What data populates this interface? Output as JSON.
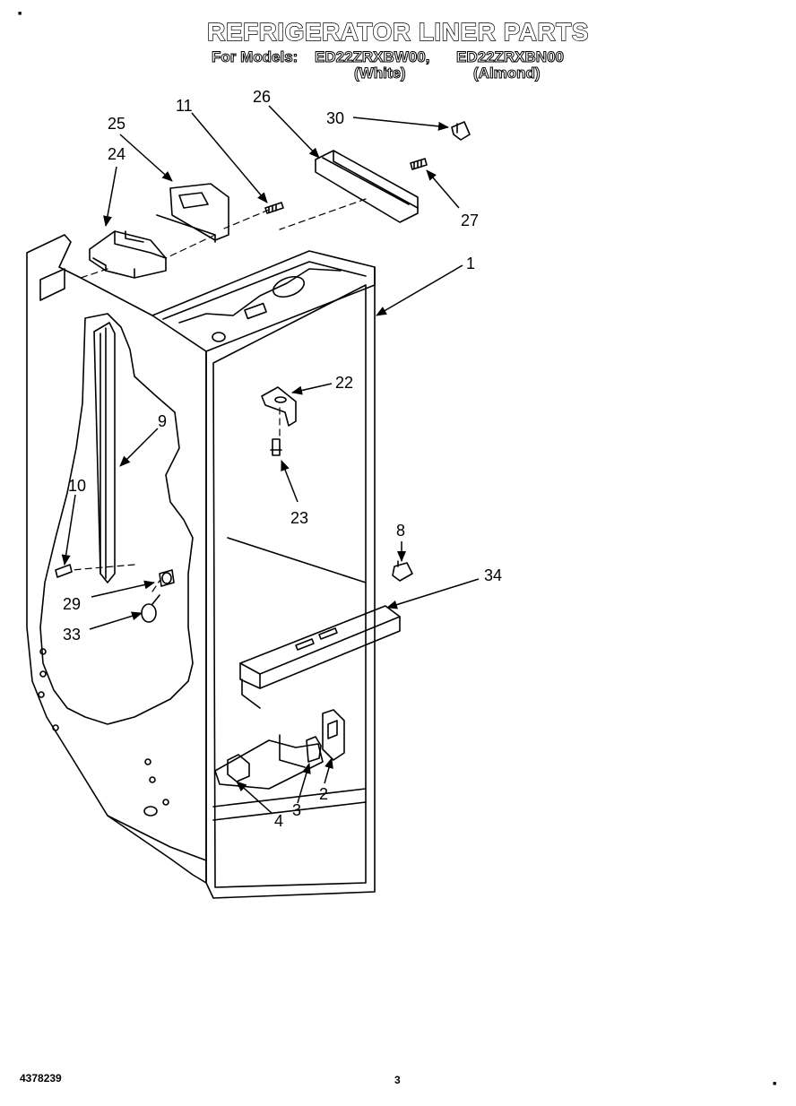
{
  "title": "REFRIGERATOR LINER PARTS",
  "subtitle": {
    "label": "For Models:",
    "model_1": "ED22ZRXBW00,",
    "model_2": "ED22ZRXBN00",
    "variant_1": "(White)",
    "variant_2": "(Almond)"
  },
  "callouts": {
    "p1": "1",
    "p2": "2",
    "p3": "3",
    "p4": "4",
    "p8": "8",
    "p9": "9",
    "p10": "10",
    "p11": "11",
    "p22": "22",
    "p23": "23",
    "p24": "24",
    "p25": "25",
    "p26": "26",
    "p27": "27",
    "p29": "29",
    "p30": "30",
    "p33": "33",
    "p34": "34"
  },
  "footer": {
    "doc_number": "4378239",
    "page_number": "3"
  }
}
